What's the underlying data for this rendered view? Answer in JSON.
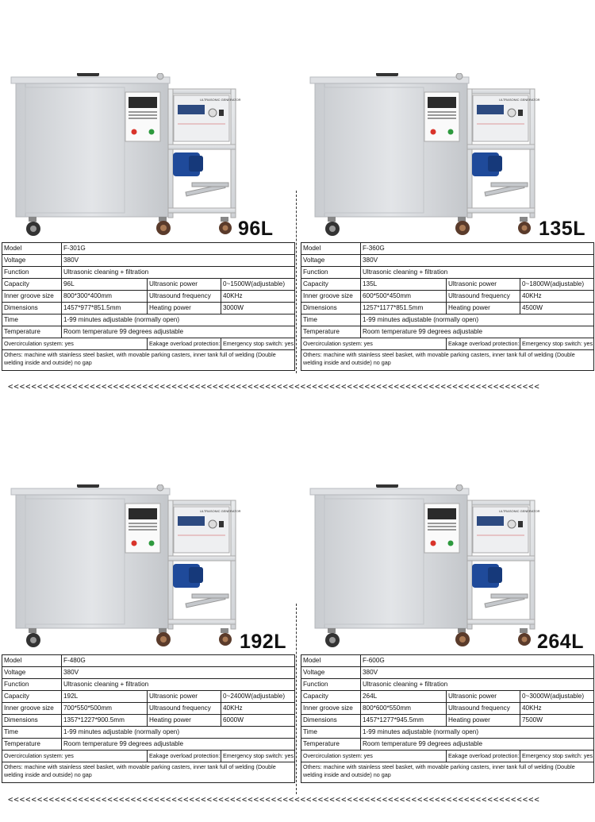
{
  "labels": {
    "model": "Model",
    "voltage": "Voltage",
    "function": "Function",
    "capacity": "Capacity",
    "inner_groove_size": "Inner groove size",
    "dimensions": "Dimensions",
    "time": "Time",
    "temperature": "Temperature",
    "ultrasonic_power": "Ultrasonic power",
    "ultrasound_frequency": "Ultrasound frequency",
    "heating_power": "Heating power"
  },
  "separator_text": "<<<<<<<<<<<<<<<<<<<<<<<<<<<<<<<<<<<<<<<<<<<<<<<<<<<<<<<<<<<<<<<<<<<<<<<<<<<<<<<<<<<<<<<<<<<",
  "panel_label": "ULTRASONIC GENERATOR",
  "products": [
    {
      "volume": "96L",
      "model": "F-301G",
      "voltage": "380V",
      "function": "Ultrasonic cleaning + filtration",
      "capacity": "96L",
      "ultrasonic_power": "0~1500W(adjustable)",
      "inner_groove_size": "800*300*400mm",
      "ultrasound_frequency": "40KHz",
      "dimensions": "1457*977*851.5mm",
      "heating_power": "3000W",
      "time": "1-99 minutes adjustable (normally open)",
      "temperature": "Room temperature 99 degrees adjustable",
      "overcirculation": "Overcirculation system: yes",
      "eakage": "Eakage overload protection: yes",
      "emergency": "Emergency stop switch: yes",
      "others": "Others: machine with stainless steel basket, with movable parking casters, inner tank full of welding (Double welding inside and outside) no gap"
    },
    {
      "volume": "135L",
      "model": "F-360G",
      "voltage": "380V",
      "function": "Ultrasonic cleaning + filtration",
      "capacity": "135L",
      "ultrasonic_power": "0~1800W(adjustable)",
      "inner_groove_size": "600*500*450mm",
      "ultrasound_frequency": "40KHz",
      "dimensions": "1257*1177*851.5mm",
      "heating_power": "4500W",
      "time": "1-99 minutes adjustable (normally open)",
      "temperature": "Room temperature 99 degrees adjustable",
      "overcirculation": "Overcirculation system: yes",
      "eakage": "Eakage overload protection: yes",
      "emergency": "Emergency stop switch: yes",
      "others": "Others: machine with stainless steel basket, with movable parking casters, inner tank full of welding (Double welding inside and outside) no gap"
    },
    {
      "volume": "192L",
      "model": "F-480G",
      "voltage": "380V",
      "function": "Ultrasonic cleaning + filtration",
      "capacity": "192L",
      "ultrasonic_power": "0~2400W(adjustable)",
      "inner_groove_size": "700*550*500mm",
      "ultrasound_frequency": "40KHz",
      "dimensions": "1357*1227*900.5mm",
      "heating_power": "6000W",
      "time": "1-99 minutes adjustable (normally open)",
      "temperature": "Room temperature 99 degrees adjustable",
      "overcirculation": "Overcirculation system: yes",
      "eakage": "Eakage overload protection: yes",
      "emergency": "Emergency stop switch: yes",
      "others": "Others: machine with stainless steel basket, with movable parking casters, inner tank full of welding (Double welding inside and outside) no gap"
    },
    {
      "volume": "264L",
      "model": "F-600G",
      "voltage": "380V",
      "function": "Ultrasonic cleaning + filtration",
      "capacity": "264L",
      "ultrasonic_power": "0~3000W(adjustable)",
      "inner_groove_size": "800*600*550mm",
      "ultrasound_frequency": "40KHz",
      "dimensions": "1457*1277*945.5mm",
      "heating_power": "7500W",
      "time": "1-99 minutes adjustable (normally open)",
      "temperature": "Room temperature 99 degrees adjustable",
      "overcirculation": "Overcirculation system: yes",
      "eakage": "Eakage overload protection: yes",
      "emergency": "Emergency stop switch: yes",
      "others": "Others: machine with stainless steel basket, with movable parking casters, inner tank full of welding (Double welding inside and outside) no gap"
    }
  ]
}
